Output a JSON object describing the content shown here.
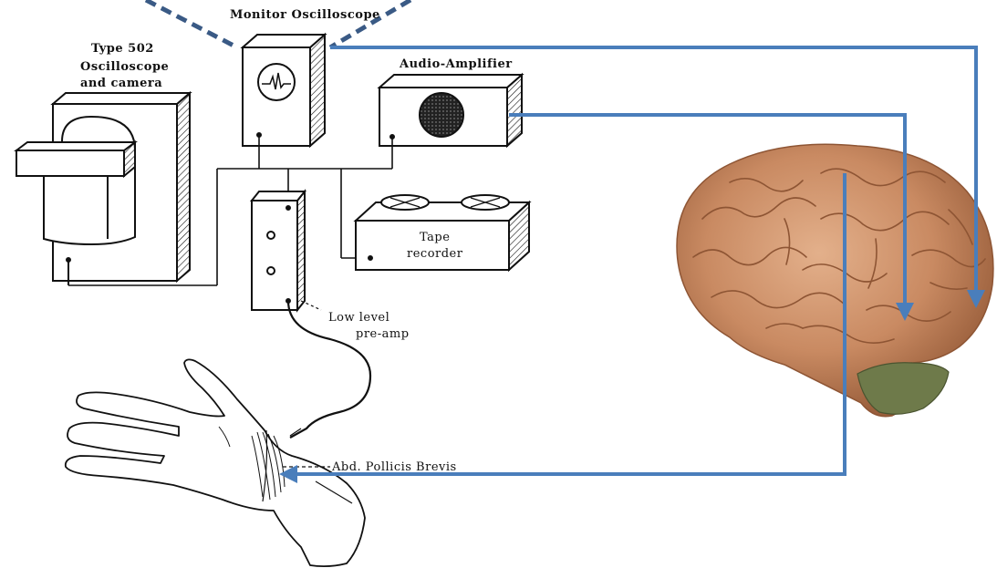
{
  "labels": {
    "monitor": "Monitor  Oscilloscope",
    "type502_line1": "Type  502",
    "type502_line2": "Oscilloscope",
    "type502_line3": "and  camera",
    "audio_amp": "Audio-Amplifier",
    "tape_line1": "Tape",
    "tape_line2": "recorder",
    "preamp_line1": "Low  level",
    "preamp_line2": "pre-amp",
    "muscle": "Abd.  Pollicis  Brevis"
  },
  "colors": {
    "arrow": "#4a7ebb",
    "dashed": "#3a5a85",
    "ink": "#111111",
    "brain": "#c98a62",
    "brain_dark": "#8e5534",
    "cerebellum": "#6e7a4a"
  },
  "icons": {
    "brain": "brain-illustration",
    "hand": "hand-illustration"
  }
}
